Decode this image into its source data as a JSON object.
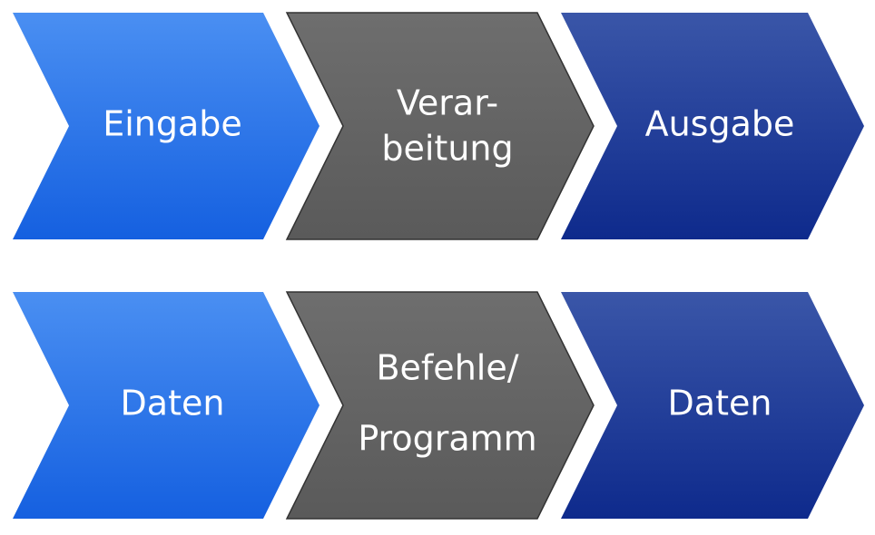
{
  "rows": [
    {
      "chevrons": [
        {
          "lines": [
            "Eingabe"
          ],
          "style": "blue"
        },
        {
          "lines": [
            "Verar-",
            "beitung"
          ],
          "style": "gray"
        },
        {
          "lines": [
            "Ausgabe"
          ],
          "style": "navy"
        }
      ]
    },
    {
      "chevrons": [
        {
          "lines": [
            "Daten"
          ],
          "style": "blue"
        },
        {
          "lines": [
            "Befehle/",
            "Programm"
          ],
          "style": "gray"
        },
        {
          "lines": [
            "Daten"
          ],
          "style": "navy"
        }
      ]
    }
  ],
  "colors": {
    "blue_top": "#4a8ff2",
    "blue_bottom": "#1560e0",
    "gray_top": "#6e6e6e",
    "gray_bottom": "#5a5a5a",
    "navy_top": "#3a56a8",
    "navy_bottom": "#0e2a8c",
    "outline": "#333333",
    "text": "#ffffff"
  }
}
